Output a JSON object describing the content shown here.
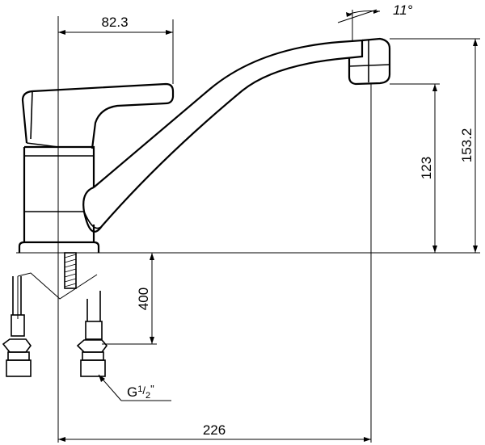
{
  "drawing": {
    "dimensions": {
      "top_width": "82.3",
      "spout_angle": "11°",
      "total_height": "153.2",
      "outlet_height": "123",
      "hose_length": "400",
      "total_width": "226"
    },
    "thread": {
      "prefix": "G",
      "numerator": "1",
      "slash": "/",
      "denominator": "2",
      "unit": "\""
    }
  }
}
